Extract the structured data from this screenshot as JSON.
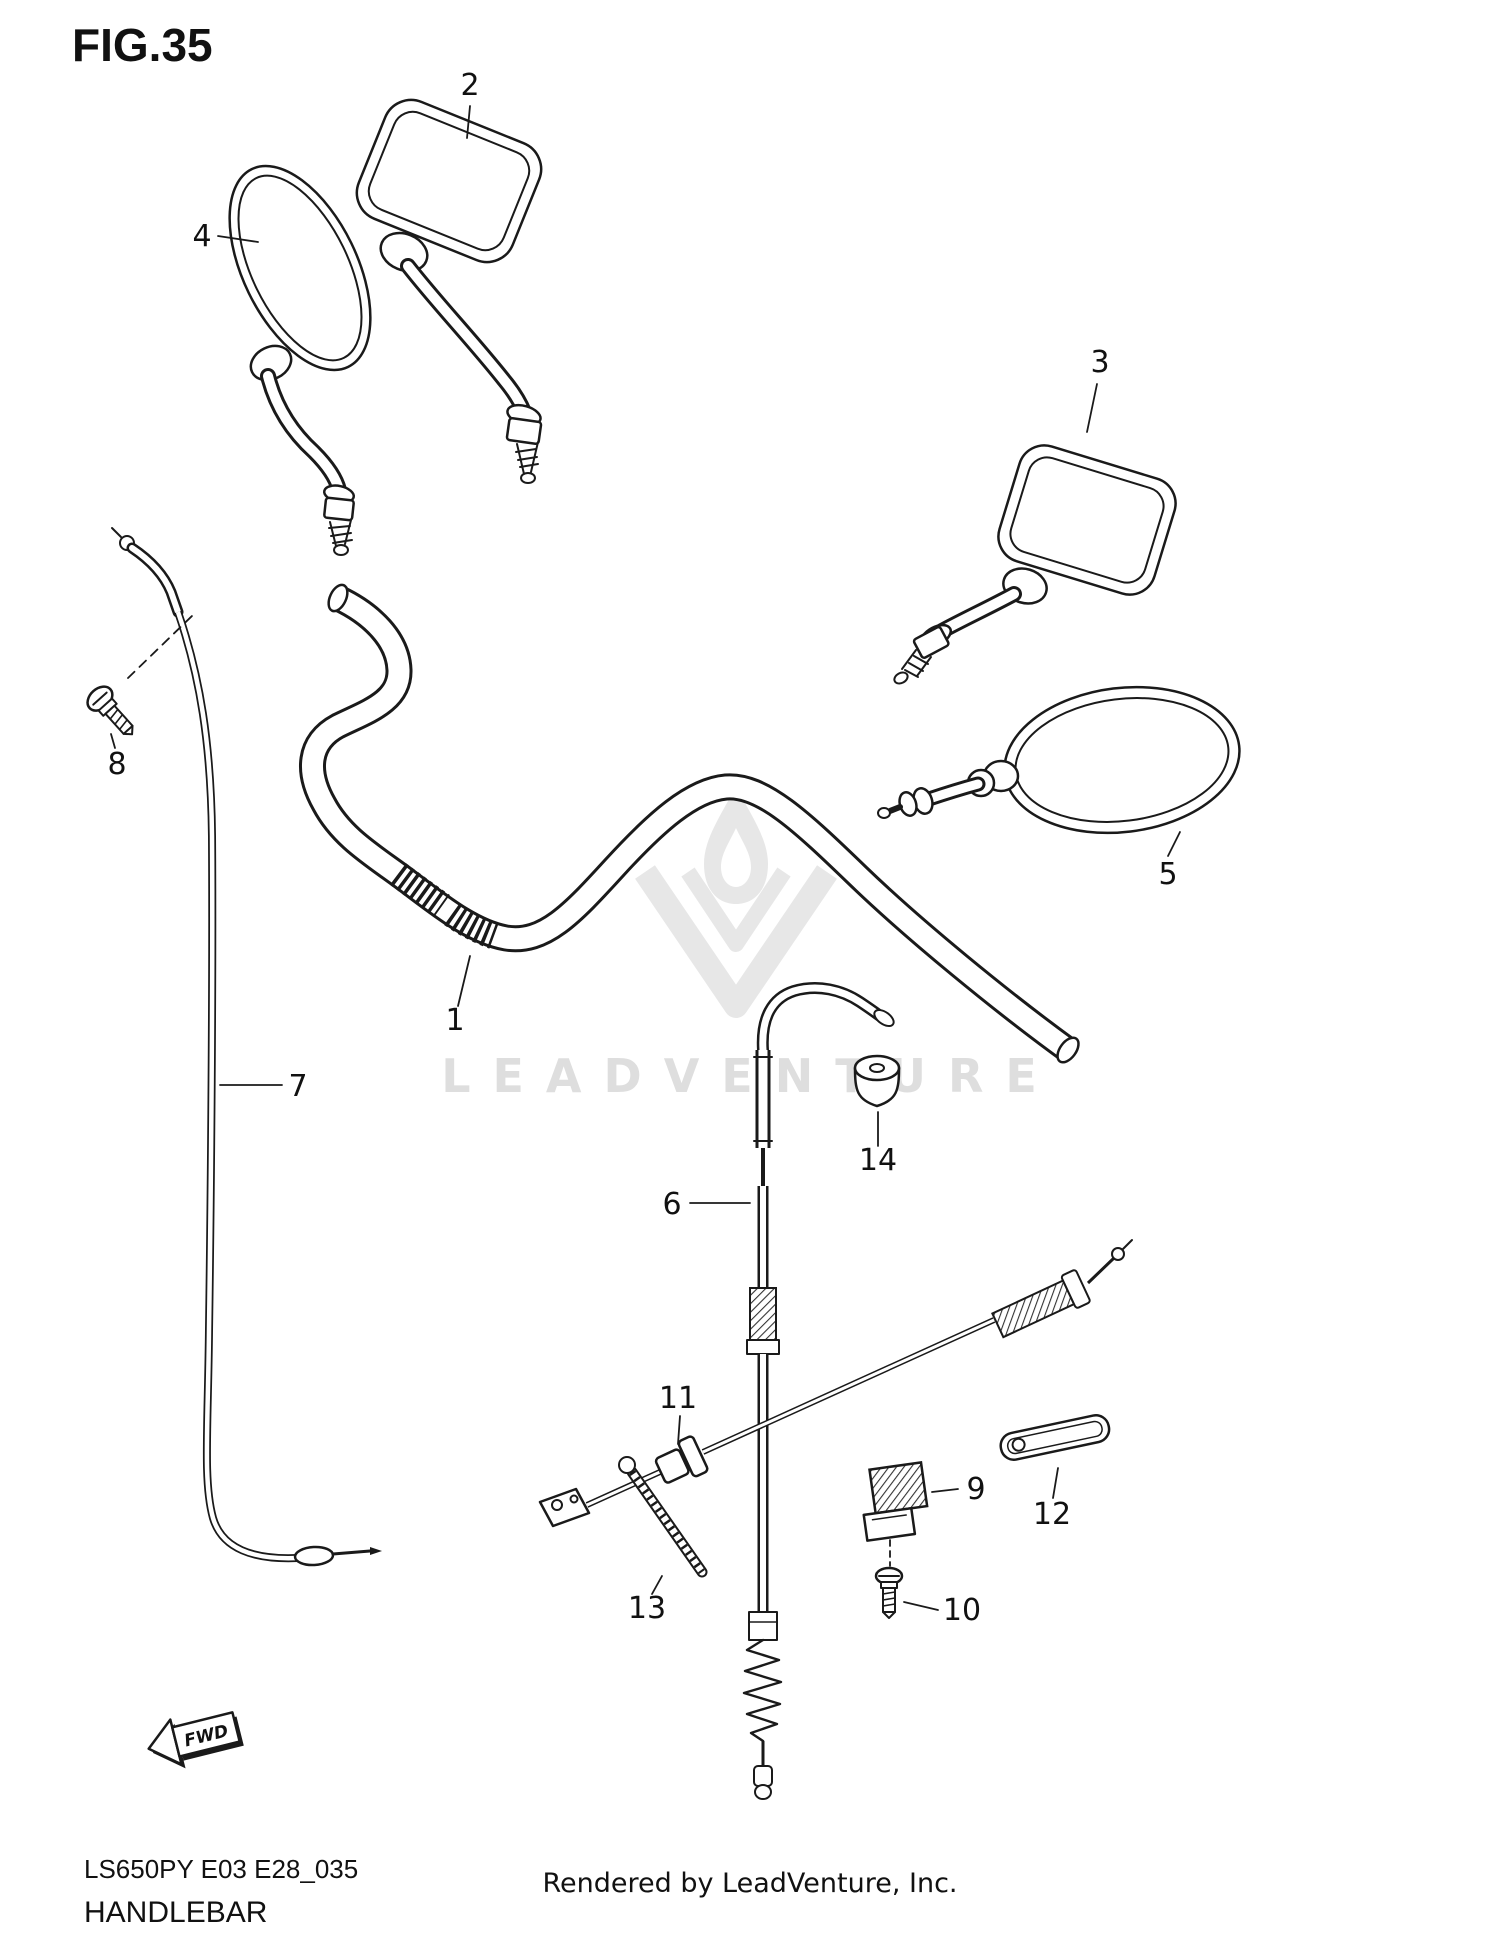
{
  "page": {
    "title": "FIG.35",
    "watermark": "LEADVENTURE",
    "fwd_label": "FWD",
    "footer": {
      "model_code": "LS650PY E03 E28_035",
      "figure_name": "HANDLEBAR",
      "rendered_by": "Rendered by LeadVenture, Inc."
    }
  },
  "diagram": {
    "type": "exploded-parts-diagram",
    "callouts": [
      "1",
      "2",
      "3",
      "4",
      "5",
      "6",
      "7",
      "8",
      "9",
      "10",
      "11",
      "12",
      "13",
      "14"
    ]
  }
}
